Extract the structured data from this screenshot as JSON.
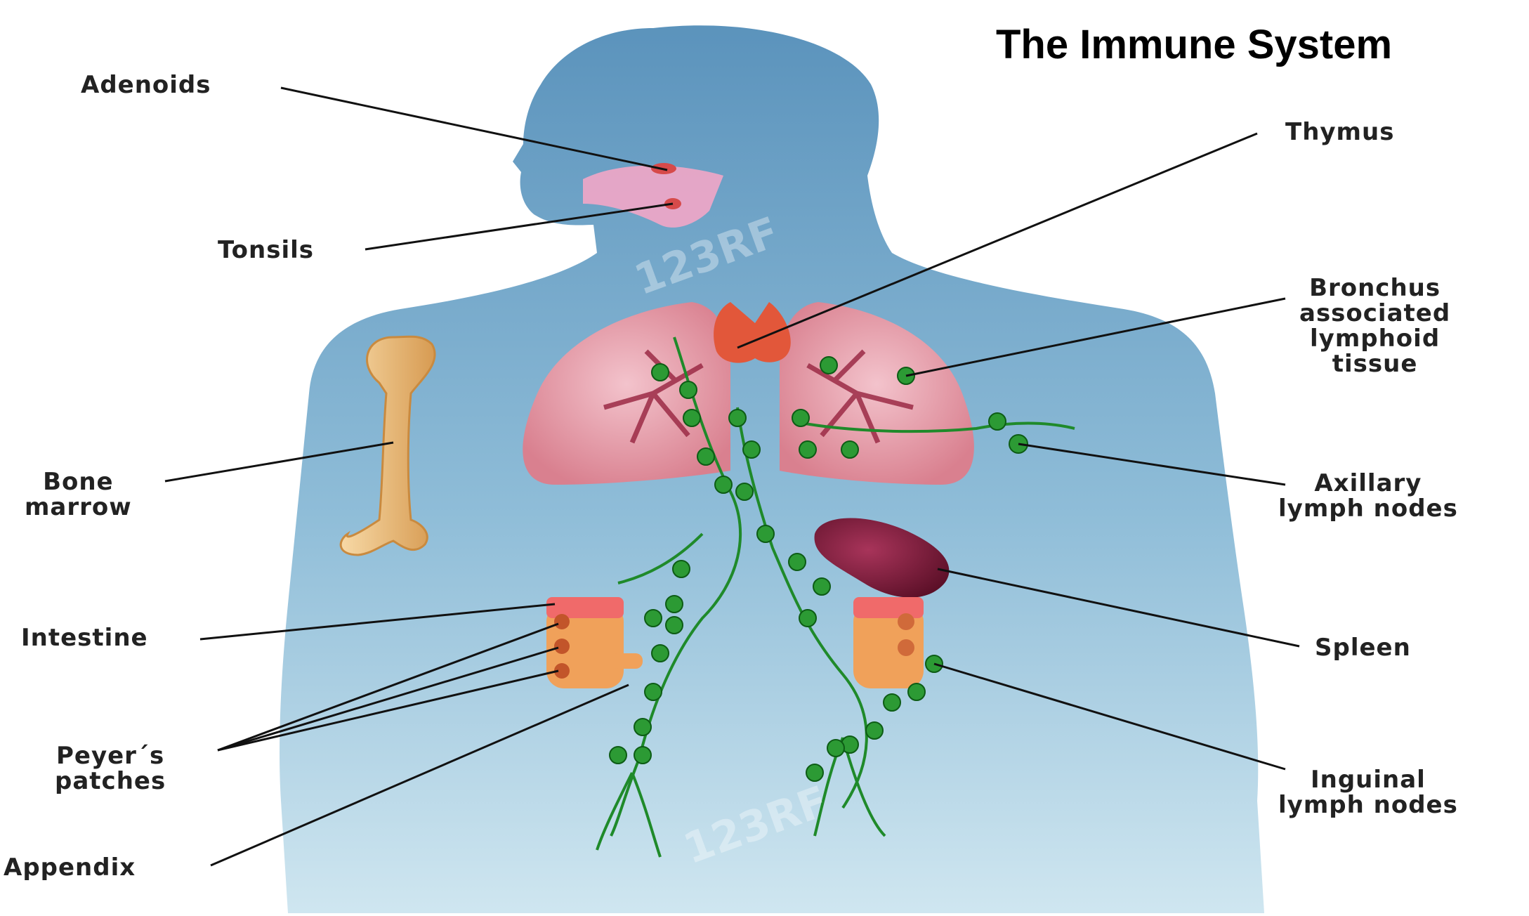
{
  "title": "The Immune System",
  "watermark": "123RF",
  "labels": {
    "adenoids": "Adenoids",
    "tonsils": "Tonsils",
    "bone_marrow": "Bone\nmarrow",
    "intestine": "Intestine",
    "peyers_patches": "Peyer´s\npatches",
    "appendix": "Appendix",
    "thymus": "Thymus",
    "balt": "Bronchus\nassociated\nlymphoid\ntissue",
    "axillary": "Axillary\nlymph nodes",
    "spleen": "Spleen",
    "inguinal": "Inguinal\nlymph nodes"
  },
  "colors": {
    "body_top": "#5f95bd",
    "body_bottom": "#c7e2ee",
    "lymph": "#1f8a2a",
    "lung": "#e9a7b3",
    "spleen": "#7a1a3a",
    "bone": "#e9b97a",
    "intestine": "#f0a15a",
    "thymus": "#e2573a"
  }
}
